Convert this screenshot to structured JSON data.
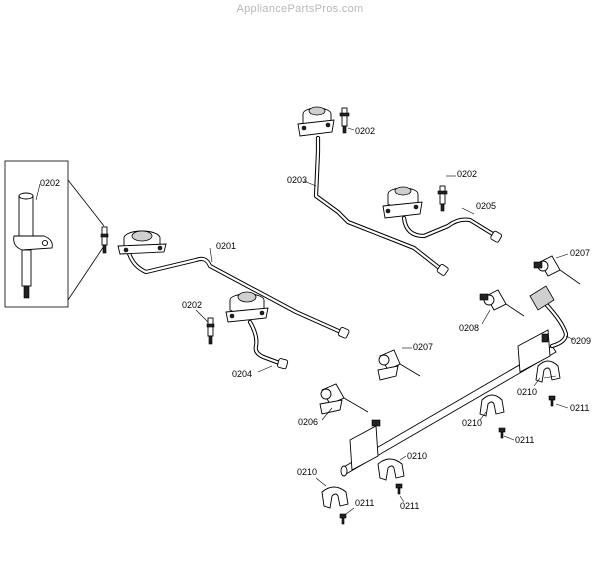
{
  "watermark": "AppliancePartsPros.com",
  "callouts": {
    "inset": "0202",
    "tube_left": "0201",
    "thermo_mid": "0202",
    "tube_top": "0203",
    "thermo_top": "0202",
    "thermo_right": "0202",
    "tube_right": "0205",
    "tube_small": "0204",
    "valve_far_right": "0207",
    "valve_right": "0208",
    "valve_center": "0207",
    "flex_hose": "0209",
    "valve_left": "0206",
    "clip_right": "0210",
    "screw_right": "0211",
    "clip_mid": "0210",
    "screw_mid": "0211",
    "clip_center": "0210",
    "screw_center": "0211",
    "clip_left": "0210",
    "screw_left": "0211"
  }
}
